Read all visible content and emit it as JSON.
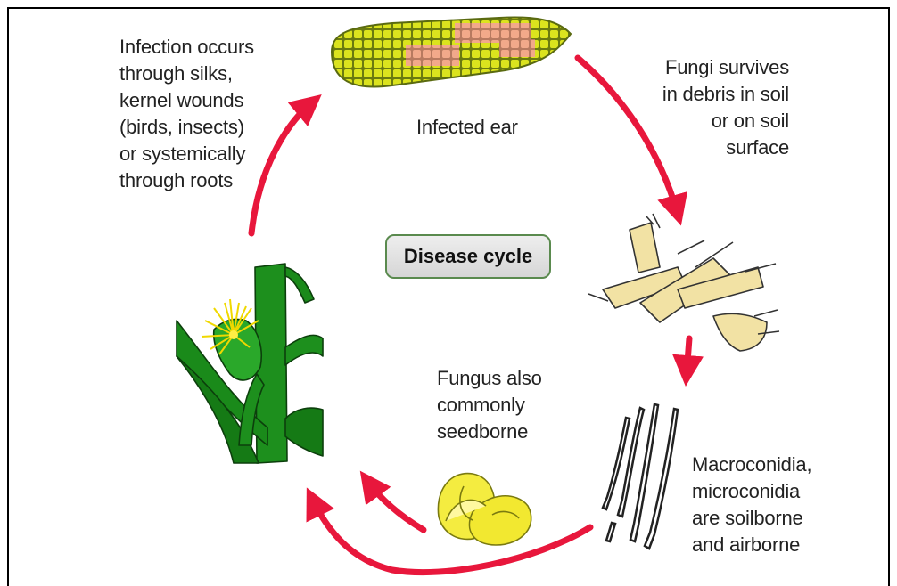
{
  "title": "Disease cycle",
  "labels": {
    "infection": "Infection occurs\nthrough silks,\nkernel wounds\n(birds, insects)\nor systemically\nthrough roots",
    "infected_ear": "Infected ear",
    "fungi_survives": "Fungi survives\nin debris in soil\nor on soil\nsurface",
    "seedborne": "Fungus also\ncommonly\nseedborne",
    "conidia": "Macroconidia,\nmicroconidia\nare soilborne\nand airborne"
  },
  "colors": {
    "arrow": "#e8173c",
    "corn_kernel": "#d8e020",
    "infected_kernel": "#f0a888",
    "plant_green": "#1a8c1a",
    "debris": "#f0e0a0",
    "seed": "#f4ec40"
  },
  "icons": [
    "corn-ear-icon",
    "crop-debris-icon",
    "conidia-spores-icon",
    "seed-icon",
    "corn-plant-icon"
  ]
}
